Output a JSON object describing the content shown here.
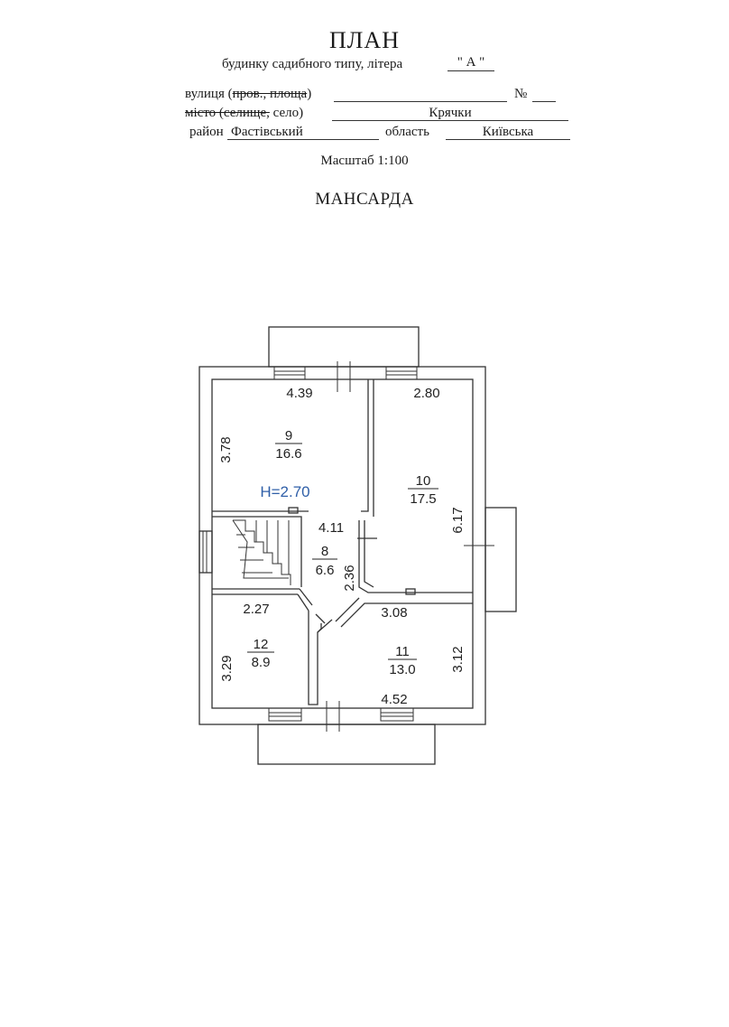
{
  "header": {
    "title": "ПЛАН",
    "subtitle": "будинку садибного типу, літера",
    "litera": "\" А \"",
    "street_label_1": "вулиця (",
    "street_label_strike": "пров., площа",
    "street_label_2": ")",
    "number_label": "№",
    "city_label_strike": "місто (селище,",
    "city_label_2": " село)",
    "city_value": "Крячки",
    "district_label": "район",
    "district_value": "Фастівський",
    "region_label": "область",
    "region_value": "Київська",
    "scale": "Масштаб 1:100",
    "floor": "МАНСАРДА"
  },
  "plan": {
    "height_label": "H=2.70",
    "height_color": "#2f5fa8",
    "rooms": [
      {
        "id": "9",
        "number": "9",
        "area": "16.6",
        "dims": [
          "4.39",
          "3.78"
        ]
      },
      {
        "id": "10",
        "number": "10",
        "area": "17.5",
        "dims": [
          "2.80",
          "6.17"
        ]
      },
      {
        "id": "8",
        "number": "8",
        "area": "6.6",
        "dims": [
          "4.11",
          "2.36"
        ]
      },
      {
        "id": "12",
        "number": "12",
        "area": "8.9",
        "dims": [
          "2.27",
          "3.29"
        ]
      },
      {
        "id": "11",
        "number": "11",
        "area": "13.0",
        "dims": [
          "3.08",
          "3.12",
          "4.52"
        ]
      }
    ]
  }
}
